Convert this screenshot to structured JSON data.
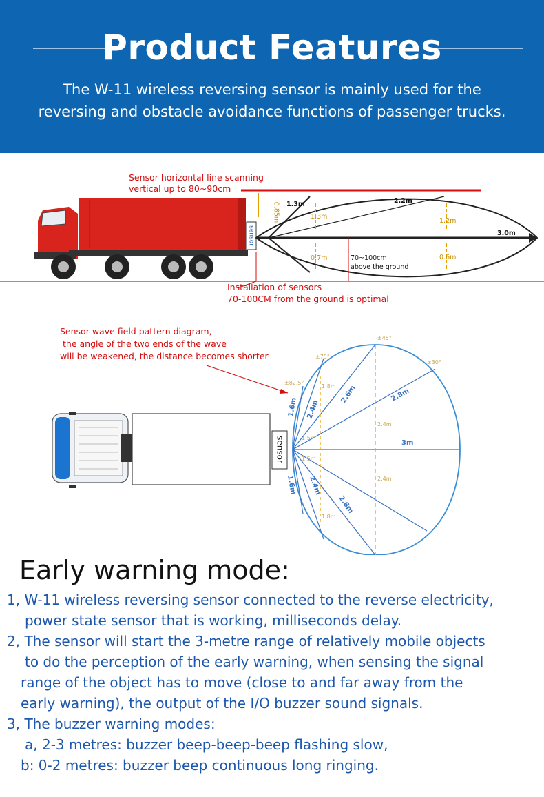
{
  "header": {
    "title": "Product Features",
    "subtitle_line1": "The W-11 wireless reversing sensor is mainly used for the",
    "subtitle_line2": "reversing and obstacle avoidance functions of passenger trucks."
  },
  "side_diagram": {
    "scan_label_1": "Sensor horizontal line scanning",
    "scan_label_2": "vertical up to 80~90cm",
    "install_label_1": "Installation of sensors",
    "install_label_2": "70-100CM from the ground is optimal",
    "sensor_label": "sensor",
    "d_085": "0.85m",
    "d_13a": "1.3m",
    "d_13b": "1.3m",
    "d_22": "2.2m",
    "d_12": "1.2m",
    "d_30": "3.0m",
    "d_07": "0.7m",
    "d_06": "0.6m",
    "height_1": "70~100cm",
    "height_2": "above the ground"
  },
  "top_diagram": {
    "wave_label_1": "Sensor wave field pattern diagram,",
    "wave_label_2": "the angle of the two ends of the wave",
    "wave_label_3": "will be weakened, the distance becomes shorter",
    "sensor_label": "sensor",
    "a45": "±45°",
    "a75": "±75°",
    "a30": "±30°",
    "a825": "±82.5°",
    "d16a": "1.6m",
    "d24a": "2.4m",
    "d26a": "2.6m",
    "d28": "2.8m",
    "d3": "3m",
    "d16b": "1.6m",
    "d24b": "2.4m",
    "d26b": "2.6m",
    "s18a": "1.8m",
    "s24a": "2.4m",
    "s24b": "2.4m",
    "s18b": "1.8m",
    "s15a": "1.5m",
    "s15b": "1.5m"
  },
  "early_warning": {
    "title": "Early warning mode:",
    "lines": [
      "1, W-11 wireless reversing sensor connected to the reverse electricity,",
      "power state sensor that is working, milliseconds delay.",
      "2, The sensor will start the 3-metre range of relatively mobile objects",
      "to do the perception of the early warning, when sensing the signal",
      "range of the object has to move (close to and far away from the",
      "early warning), the output of the I/O buzzer sound signals.",
      "3, The buzzer warning modes:",
      "a, 2-3 metres: buzzer beep-beep-beep flashing slow,",
      "b:   0-2 metres: buzzer beep continuous long ringing."
    ]
  },
  "colors": {
    "header_bg": "#0e66b2",
    "body_text": "#1d58ad",
    "red_label": "#d40d0d"
  }
}
